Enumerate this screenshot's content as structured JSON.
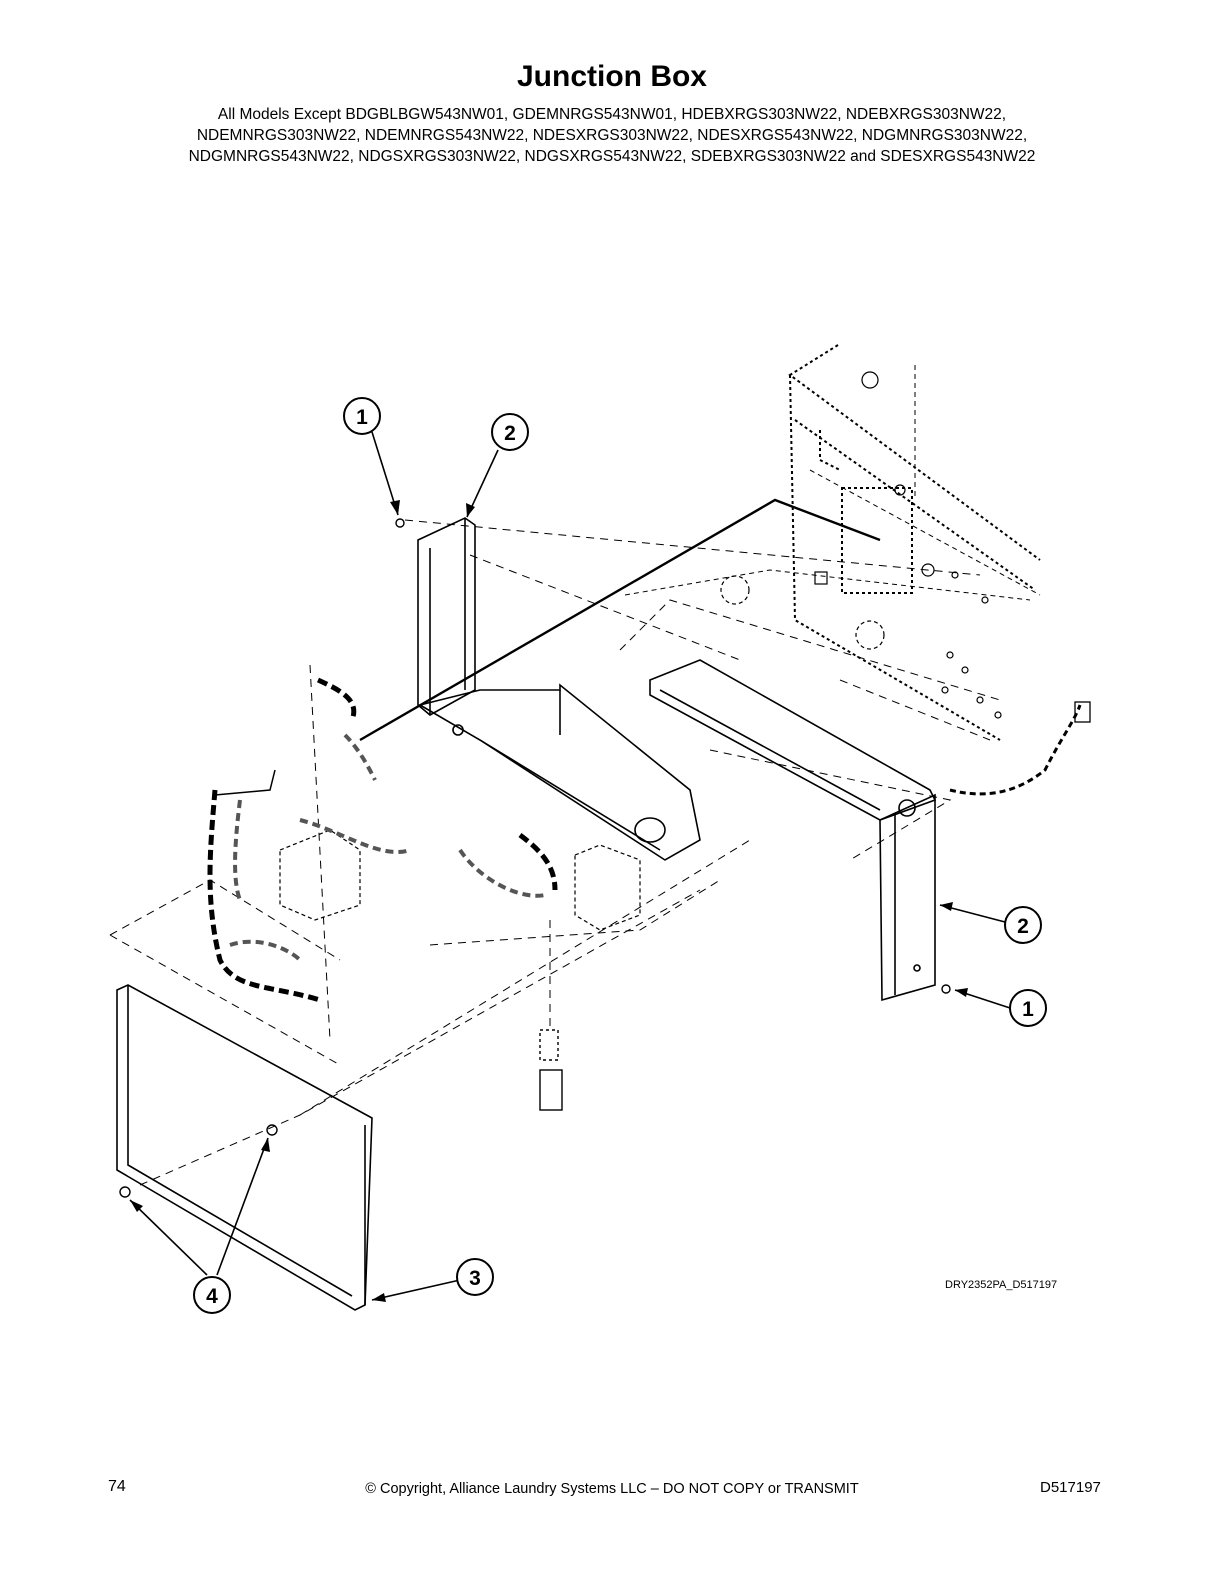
{
  "header": {
    "title": "Junction Box",
    "subtitle_lines": [
      "All Models Except BDGBLBGW543NW01, GDEMNRGS543NW01, HDEBXRGS303NW22, NDEBXRGS303NW22,",
      "NDEMNRGS303NW22, NDEMNRGS543NW22, NDESXRGS303NW22, NDESXRGS543NW22, NDGMNRGS303NW22,",
      "NDGMNRGS543NW22, NDGSXRGS303NW22, NDGSXRGS543NW22, SDEBXRGS303NW22 and SDESXRGS543NW22"
    ]
  },
  "diagram": {
    "callouts": [
      "1",
      "2",
      "2",
      "1",
      "3",
      "4"
    ],
    "drawing_id": "DRY2352PA_D517197"
  },
  "footer": {
    "page_number": "74",
    "copyright": "© Copyright, Alliance Laundry Systems LLC – DO NOT COPY or TRANSMIT",
    "doc_number": "D517197"
  }
}
